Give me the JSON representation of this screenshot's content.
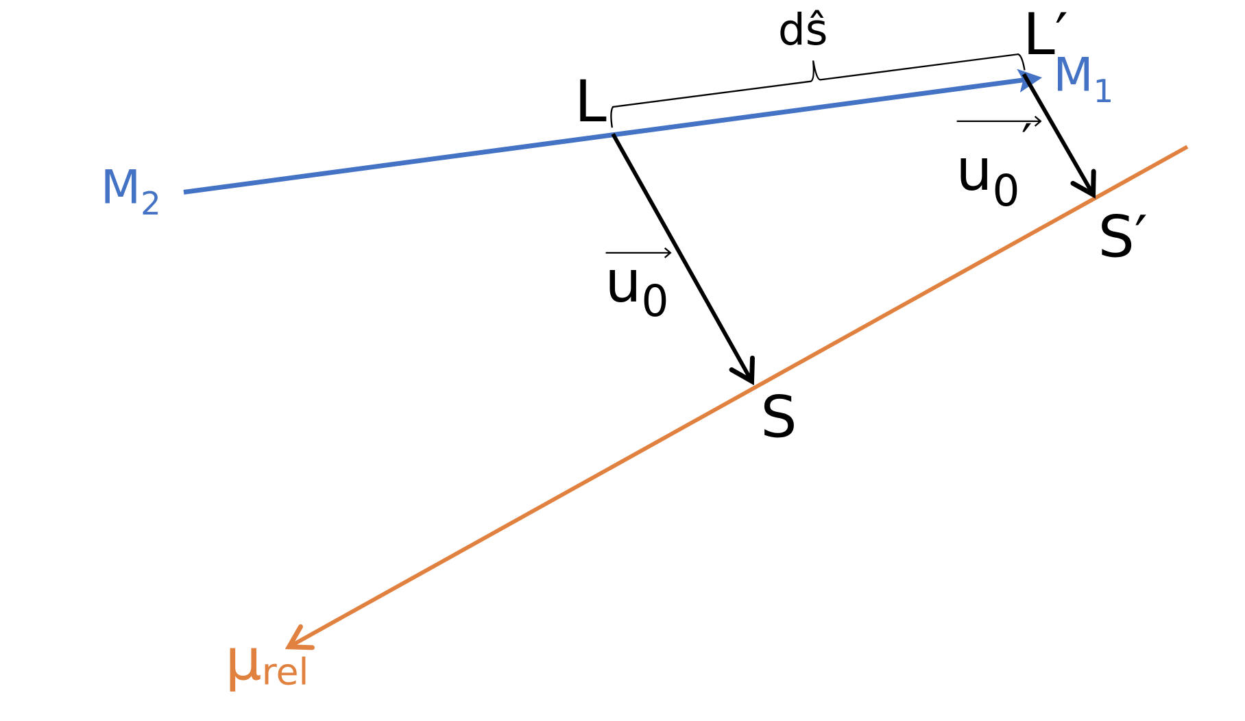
{
  "colors": {
    "blue": "#4472C4",
    "orange": "#E0813F",
    "black": "#000000"
  },
  "labels": {
    "L": "L",
    "L_prime": "L′",
    "ds_hat": "dŝ",
    "M1": "M",
    "M1_sub": "1",
    "M2": "M",
    "M2_sub": "2",
    "u0": "u",
    "u0_sub": "0",
    "u0_prime": "u",
    "u0_prime_sub": "0",
    "u0_prime_mark": "′",
    "S": "S",
    "S_prime": "S′",
    "mu": "μ",
    "mu_sub": "rel"
  }
}
